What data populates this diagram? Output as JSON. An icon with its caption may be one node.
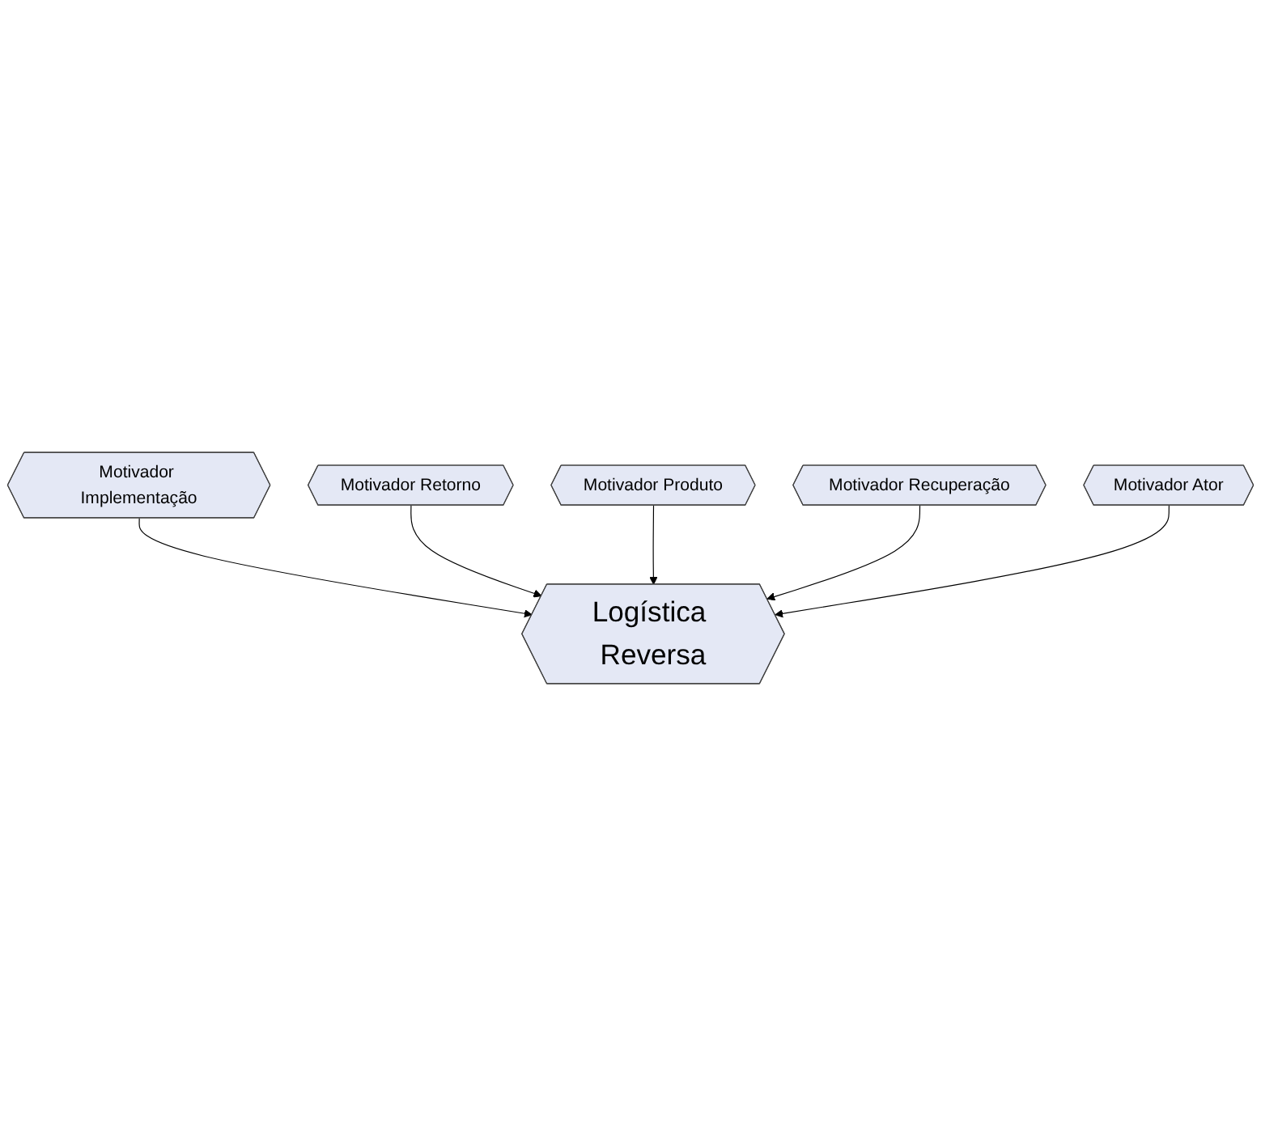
{
  "diagram": {
    "nodes": [
      {
        "text": [
          "Motivador Implementação"
        ]
      },
      {
        "text": [
          "Motivador Retorno"
        ]
      },
      {
        "text": [
          "Motivador Produto"
        ]
      },
      {
        "text": [
          "Logística Reversa"
        ]
      },
      {
        "text": [
          "Motivador Recuperação"
        ]
      },
      {
        "text": [
          "Motivador Ator"
        ]
      }
    ],
    "edges": [
      {
        "from": 0,
        "to": 3,
        "arrow": "to"
      },
      {
        "from": 1,
        "to": 3,
        "arrow": "to"
      },
      {
        "from": 2,
        "to": 3,
        "arrow": "to"
      },
      {
        "from": 4,
        "to": 3,
        "arrow": "to"
      },
      {
        "from": 5,
        "to": 3,
        "arrow": "to"
      }
    ]
  }
}
